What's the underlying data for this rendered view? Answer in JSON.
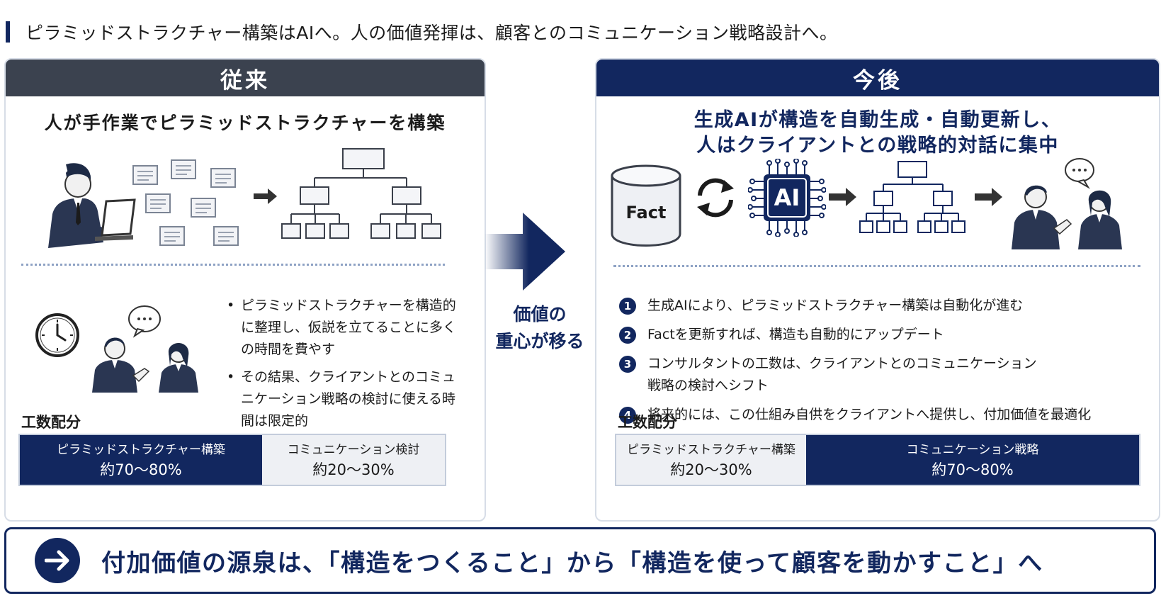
{
  "headline": "ピラミッドストラクチャー構築はAIへ。人の価値発揮は、顧客とのコミュニケーション戦略設計へ。",
  "left": {
    "title": "従来",
    "subtitle": "人が手作業でピラミッドストラクチャーを構築",
    "bullets": [
      "ピラミッドストラクチャーを構造的に整理し、仮説を立てることに多くの時間を費やす",
      "その結果、クライアントとのコミュニケーション戦略の検討に使える時間は限定的"
    ],
    "alloc_label": "工数配分",
    "allocation": [
      {
        "label": "ピラミッドストラクチャー構築",
        "pct": "約70〜80%",
        "share": 0.75
      },
      {
        "label": "コミュニケーション検討",
        "pct": "約20〜30%",
        "share": 0.25
      }
    ]
  },
  "middle": {
    "line1": "価値の",
    "line2": "重心が移る"
  },
  "right": {
    "title": "今後",
    "subtitle_line1": "生成AIが構造を自動生成・自動更新し、",
    "subtitle_line2": "人はクライアントとの戦略的対話に集中",
    "fact_label": "Fact",
    "ai_label": "AI",
    "points": [
      {
        "num": "1",
        "text": "生成AIにより、ピラミッドストラクチャー構築は自動化が進む"
      },
      {
        "num": "2",
        "text": "Factを更新すれば、構造も自動的にアップデート"
      },
      {
        "num": "3",
        "text": "コンサルタントの工数は、クライアントとのコミュニケーション戦略の検討へシフト"
      },
      {
        "num": "4",
        "text": "将来的には、この仕組み自供をクライアントへ提供し、付加価値を最適化"
      }
    ],
    "alloc_label": "工数配分",
    "allocation": [
      {
        "label": "ピラミッドストラクチャー構築",
        "pct": "約20〜30%",
        "share": 0.25
      },
      {
        "label": "コミュニケーション戦略",
        "pct": "約70〜80%",
        "share": 0.75
      }
    ]
  },
  "conclusion": "付加価値の源泉は、「構造をつくること」から「構造を使って顧客を動かすこと」へ",
  "colors": {
    "navy": "#12275f",
    "gray_header": "#3b424f"
  },
  "icons": [
    "worker-laptop-icon",
    "documents-icon",
    "arrow-right-icon",
    "pyramid-tree-icon",
    "clock-icon",
    "discussion-icon",
    "database-icon",
    "refresh-cycle-icon",
    "ai-chip-icon"
  ]
}
